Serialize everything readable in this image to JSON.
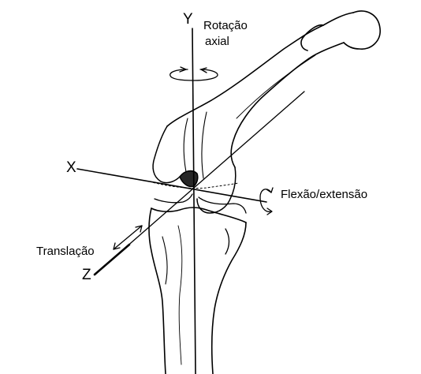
{
  "axes": {
    "y": "Y",
    "x": "X",
    "z": "Z"
  },
  "annotations": {
    "axial_rotation_line1": "Rotação",
    "axial_rotation_line2": "axial",
    "flexion_extension": "Flexão/extensão",
    "translation": "Translação"
  },
  "colors": {
    "line": "#000000",
    "background": "#ffffff"
  }
}
